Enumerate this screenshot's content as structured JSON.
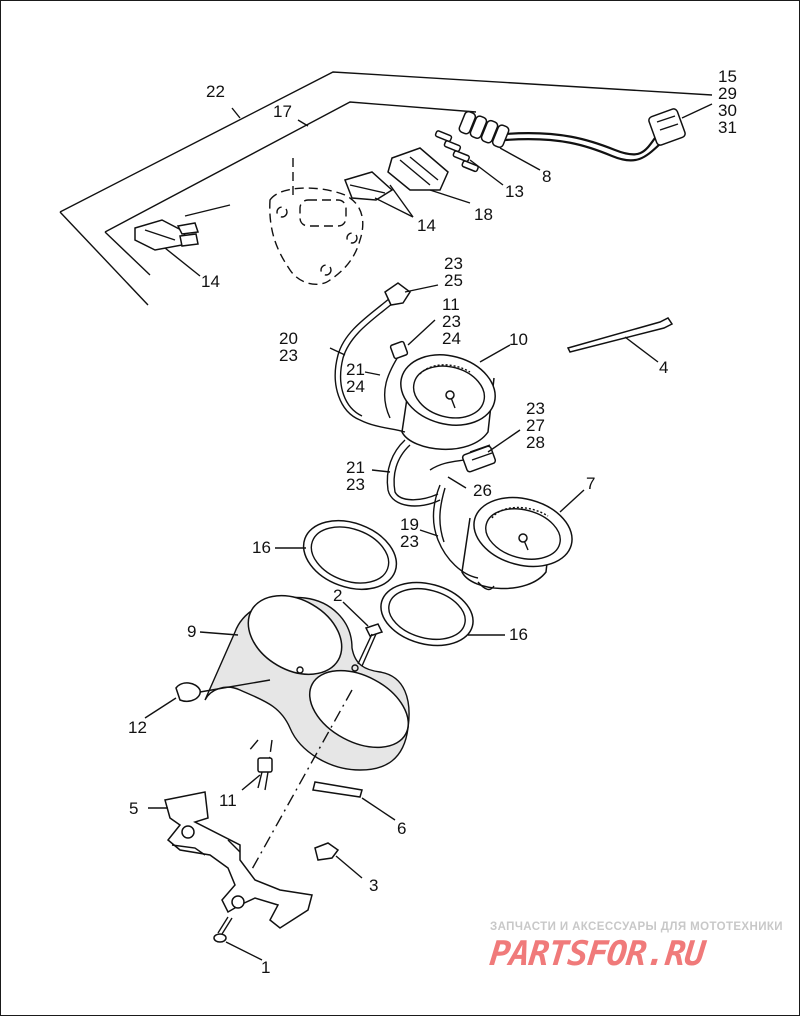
{
  "diagram": {
    "labels": {
      "l22": "22",
      "l17": "17",
      "l15": "15",
      "l29": "29",
      "l30": "30",
      "l31": "31",
      "l8": "8",
      "l13": "13",
      "l18": "18",
      "l14a": "14",
      "l14b": "14",
      "l23a": "23",
      "l25": "25",
      "l11a": "11",
      "l23b": "23",
      "l24a": "24",
      "l20": "20",
      "l23c": "23",
      "l10": "10",
      "l4": "4",
      "l21a": "21",
      "l24b": "24",
      "l23d": "23",
      "l27": "27",
      "l28": "28",
      "l21b": "21",
      "l23e": "23",
      "l26": "26",
      "l7": "7",
      "l19": "19",
      "l23f": "23",
      "l16a": "16",
      "l2": "2",
      "l16b": "16",
      "l9": "9",
      "l12": "12",
      "l11b": "11",
      "l5": "5",
      "l6": "6",
      "l3": "3",
      "l1": "1"
    },
    "watermark": {
      "tagline": "ЗАПЧАСТИ И АКСЕССУАРЫ ДЛЯ МОТОТЕХНИКИ",
      "logo": "PARTSFOR.RU"
    },
    "colors": {
      "line": "#111111",
      "background": "#ffffff",
      "watermark_text": "#c8c8c8",
      "watermark_logo": "#f07a7a"
    }
  }
}
